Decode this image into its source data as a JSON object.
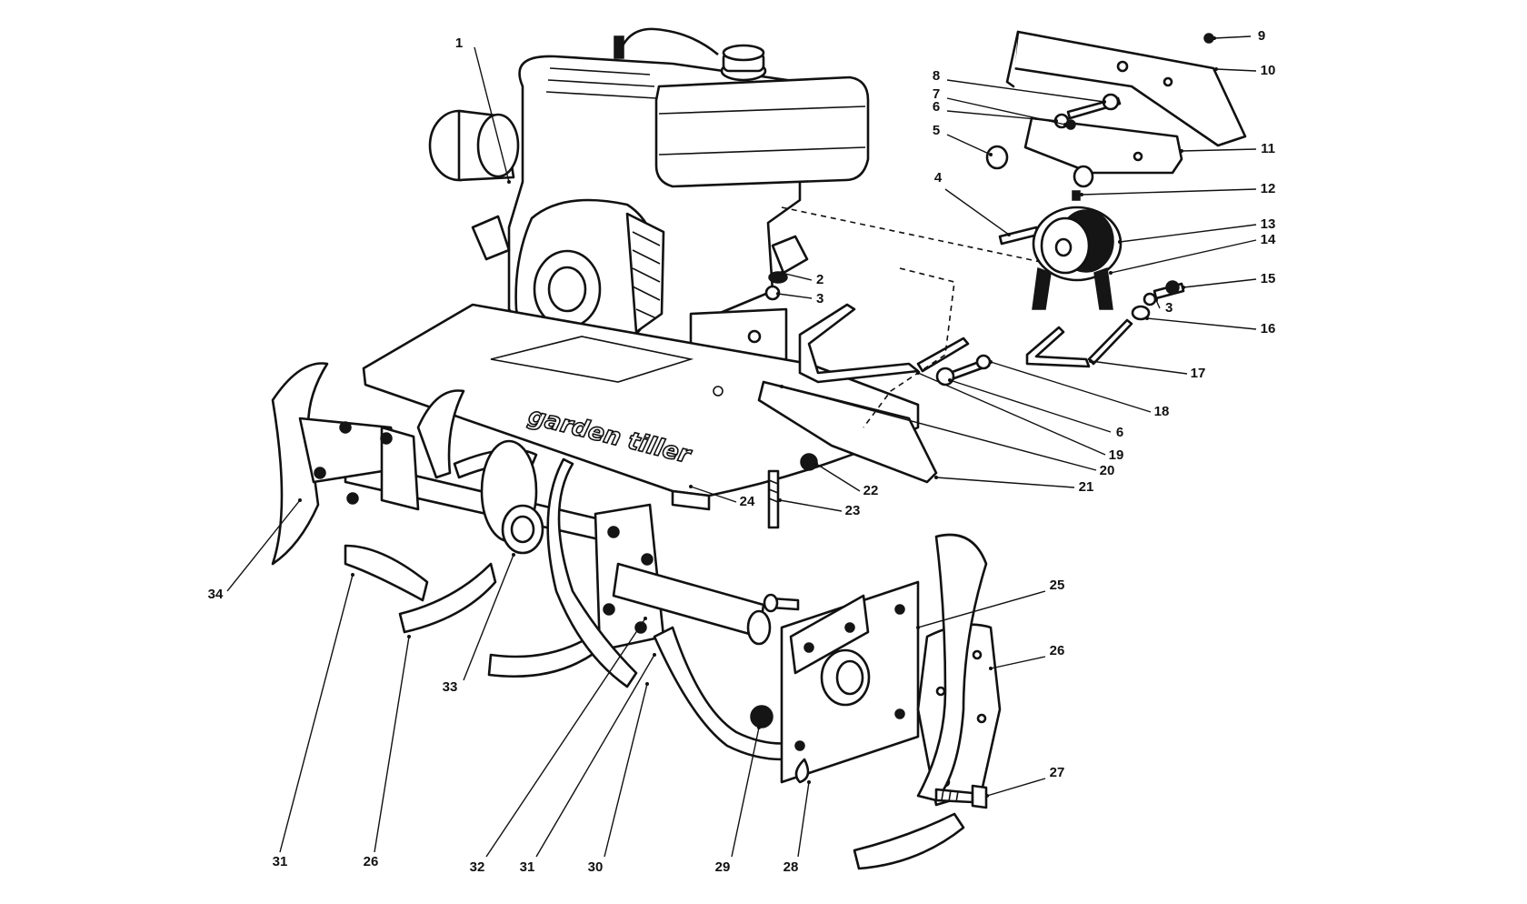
{
  "deck_label": "garden tiller",
  "callouts": [
    {
      "n": "1"
    },
    {
      "n": "2"
    },
    {
      "n": "3"
    },
    {
      "n": "3"
    },
    {
      "n": "4"
    },
    {
      "n": "5"
    },
    {
      "n": "6"
    },
    {
      "n": "6"
    },
    {
      "n": "7"
    },
    {
      "n": "8"
    },
    {
      "n": "9"
    },
    {
      "n": "10"
    },
    {
      "n": "11"
    },
    {
      "n": "12"
    },
    {
      "n": "13"
    },
    {
      "n": "14"
    },
    {
      "n": "15"
    },
    {
      "n": "16"
    },
    {
      "n": "17"
    },
    {
      "n": "18"
    },
    {
      "n": "19"
    },
    {
      "n": "20"
    },
    {
      "n": "21"
    },
    {
      "n": "22"
    },
    {
      "n": "23"
    },
    {
      "n": "24"
    },
    {
      "n": "25"
    },
    {
      "n": "26"
    },
    {
      "n": "26"
    },
    {
      "n": "27"
    },
    {
      "n": "28"
    },
    {
      "n": "29"
    },
    {
      "n": "30"
    },
    {
      "n": "31"
    },
    {
      "n": "31"
    },
    {
      "n": "32"
    },
    {
      "n": "33"
    },
    {
      "n": "34"
    }
  ]
}
